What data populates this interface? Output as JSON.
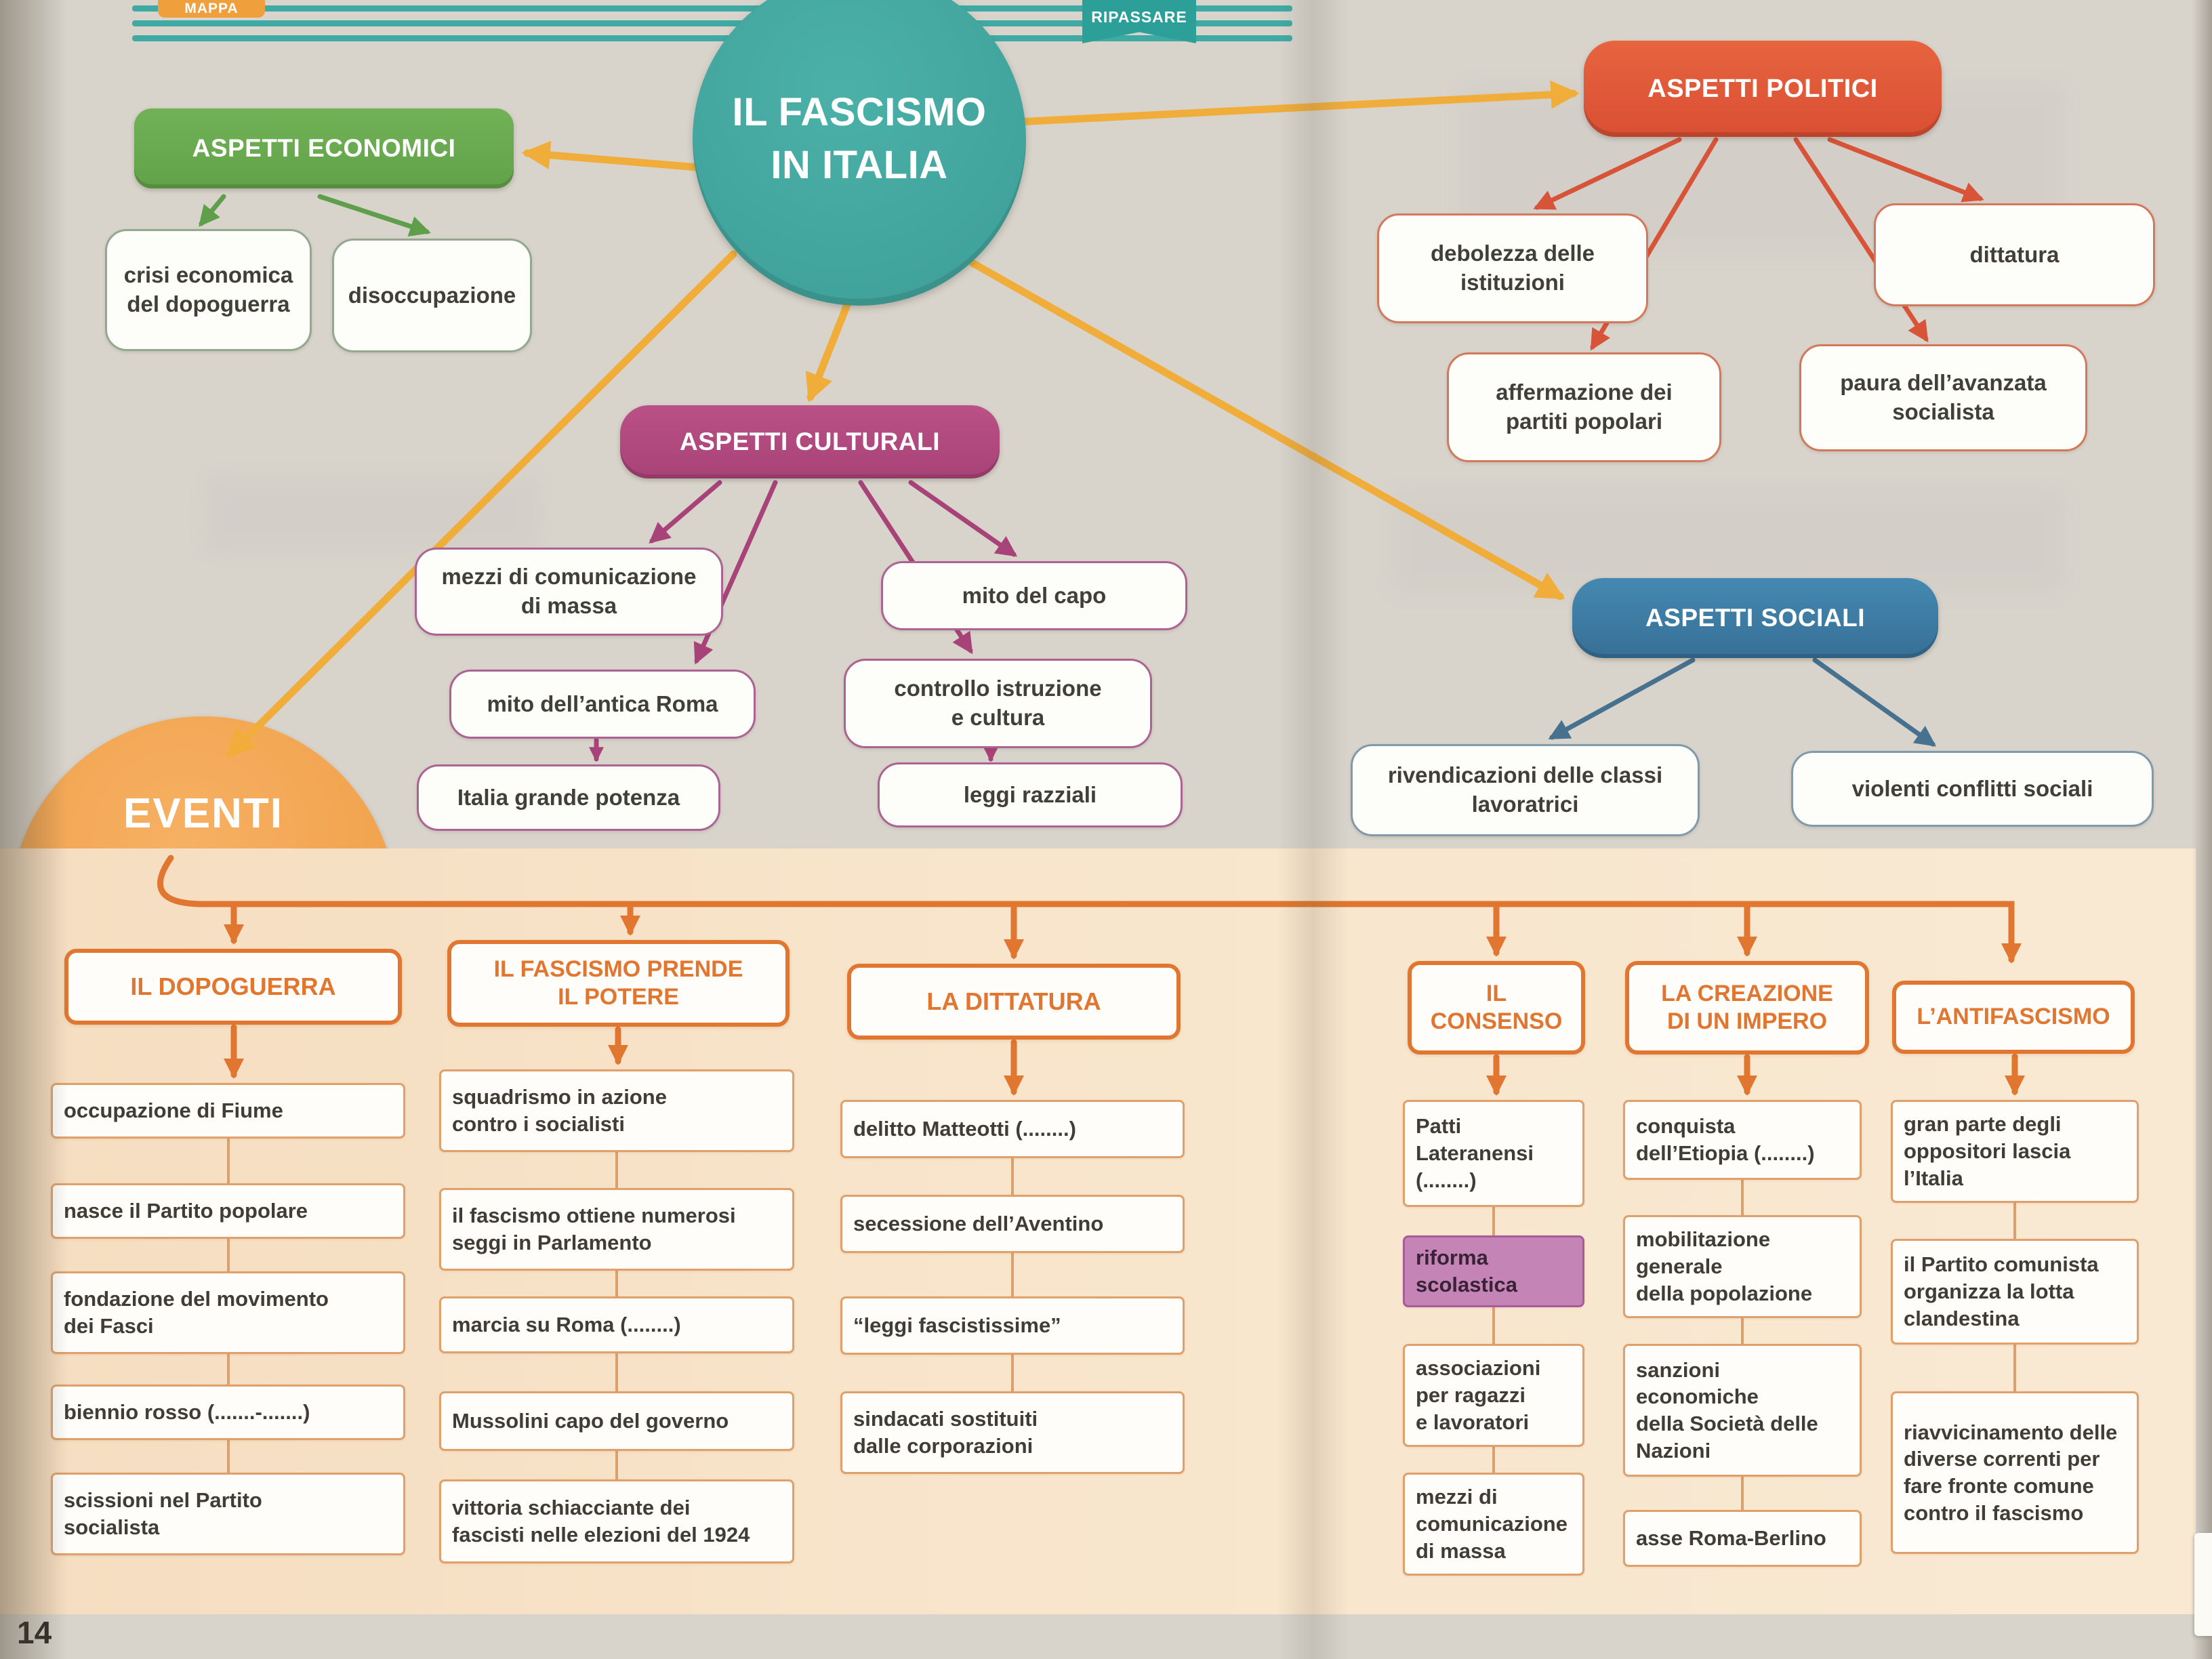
{
  "page": {
    "number": "14",
    "tab_label": "MAPPA",
    "ribbon_label": "RIPASSARE"
  },
  "center": {
    "title": "IL FASCISMO\nIN ITALIA"
  },
  "economici": {
    "label": "ASPETTI ECONOMICI",
    "items": [
      "crisi economica\ndel dopoguerra",
      "disoccupazione"
    ]
  },
  "politici": {
    "label": "ASPETTI POLITICI",
    "items": [
      "debolezza delle\nistituzioni",
      "dittatura",
      "affermazione dei\npartiti popolari",
      "paura dell’avanzata\nsocialista"
    ]
  },
  "culturali": {
    "label": "ASPETTI CULTURALI",
    "items": [
      "mezzi di comunicazione\ndi massa",
      "mito del capo",
      "mito dell’antica Roma",
      "controllo istruzione\ne cultura",
      "Italia grande potenza",
      "leggi razziali"
    ]
  },
  "sociali": {
    "label": "ASPETTI SOCIALI",
    "items": [
      "rivendicazioni delle classi\nlavoratrici",
      "violenti conflitti sociali"
    ]
  },
  "eventi": {
    "label": "EVENTI",
    "columns": [
      {
        "title": "IL DOPOGUERRA",
        "items": [
          "occupazione di Fiume",
          "nasce il Partito popolare",
          "fondazione del movimento\ndei Fasci",
          "biennio rosso (.......-.......)",
          "scissioni nel Partito\nsocialista"
        ]
      },
      {
        "title": "IL FASCISMO PRENDE\nIL POTERE",
        "items": [
          "squadrismo in azione\ncontro i socialisti",
          "il fascismo ottiene numerosi\nseggi in Parlamento",
          "marcia su Roma (........)",
          "Mussolini capo del governo",
          "vittoria schiacciante dei\nfascisti nelle elezioni del 1924"
        ]
      },
      {
        "title": "LA DITTATURA",
        "items": [
          "delitto Matteotti (........)",
          "secessione dell’Aventino",
          "“leggi fascistissime”",
          "sindacati sostituiti\ndalle corporazioni"
        ]
      },
      {
        "title": "IL\nCONSENSO",
        "items": [
          "Patti\nLateranensi\n(........)",
          "riforma\nscolastica",
          "associazioni\nper ragazzi\ne lavoratori",
          "mezzi di\ncomunicazione\ndi massa"
        ]
      },
      {
        "title": "LA CREAZIONE\nDI UN IMPERO",
        "items": [
          "conquista\ndell’Etiopia (........)",
          "mobilitazione\ngenerale\ndella popolazione",
          "sanzioni\neconomiche\ndella Società delle\nNazioni",
          "asse Roma-Berlino"
        ]
      },
      {
        "title": "L’ANTIFASCISMO",
        "items": [
          "gran parte degli\noppositori lascia\nl’Italia",
          "il Partito comunista\norganizza la lotta\nclandestina",
          "riavvicinamento delle\ndiverse correnti per\nfare fronte comune\ncontro il fascismo"
        ]
      }
    ]
  },
  "colors": {
    "center_hub": "#3d9e97",
    "economici_hub": "#61a148",
    "politici_hub": "#d94f33",
    "culturali_hub": "#a84277",
    "sociali_hub": "#376f96",
    "eventi_hub": "#ef9c41",
    "main_arrows": "#f0ad3a",
    "events_accent": "#e0762f",
    "band_background": "#f8e5cb",
    "riforma_highlight": "#c584b6"
  }
}
